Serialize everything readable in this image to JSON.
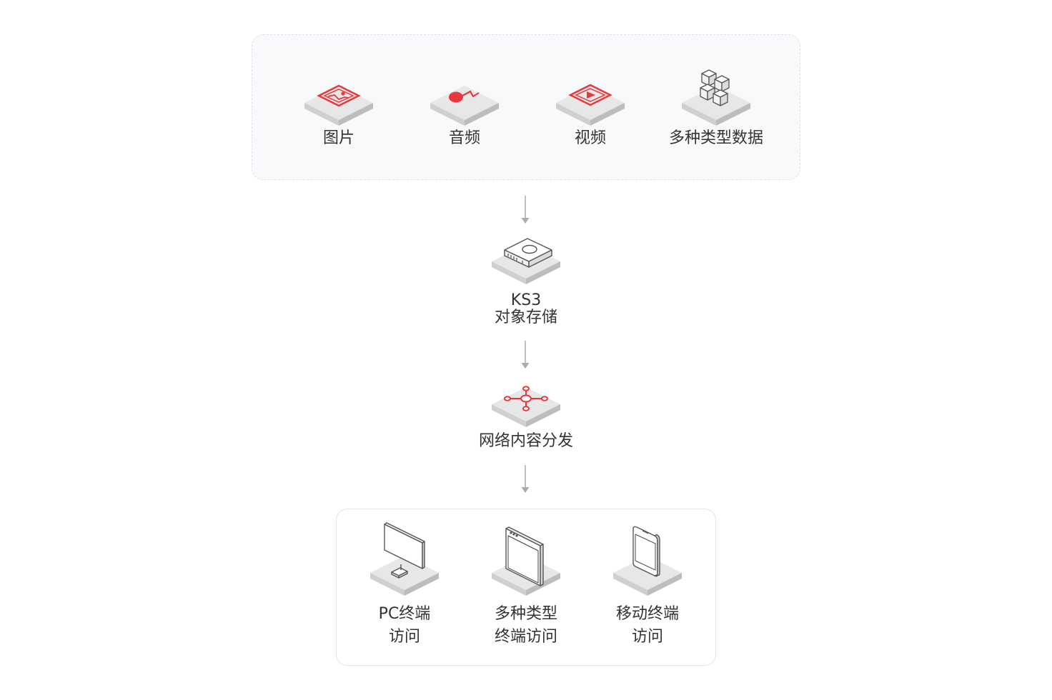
{
  "sources": {
    "items": [
      {
        "label": "图片",
        "icon": "image-icon"
      },
      {
        "label": "音频",
        "icon": "audio-icon"
      },
      {
        "label": "视频",
        "icon": "video-icon"
      },
      {
        "label": "多种类型数据",
        "icon": "cubes-icon"
      }
    ]
  },
  "storage": {
    "line1": "KS3",
    "line2": "对象存储",
    "icon": "storage-server-icon"
  },
  "cdn": {
    "label": "网络内容分发",
    "icon": "network-distribution-icon"
  },
  "terminals": {
    "items": [
      {
        "line1": "PC终端",
        "line2": "访问",
        "icon": "monitor-icon"
      },
      {
        "line1": "多种类型",
        "line2": "终端访问",
        "icon": "tablet-icon"
      },
      {
        "line1": "移动终端",
        "line2": "访问",
        "icon": "mobile-phone-icon"
      }
    ]
  },
  "colors": {
    "accent": "#e8383d",
    "platform_top": "#e6e6e6",
    "platform_side": "#c9c9c9",
    "box_fill": "#f8f9fa",
    "arrow": "#aaaaaa"
  }
}
